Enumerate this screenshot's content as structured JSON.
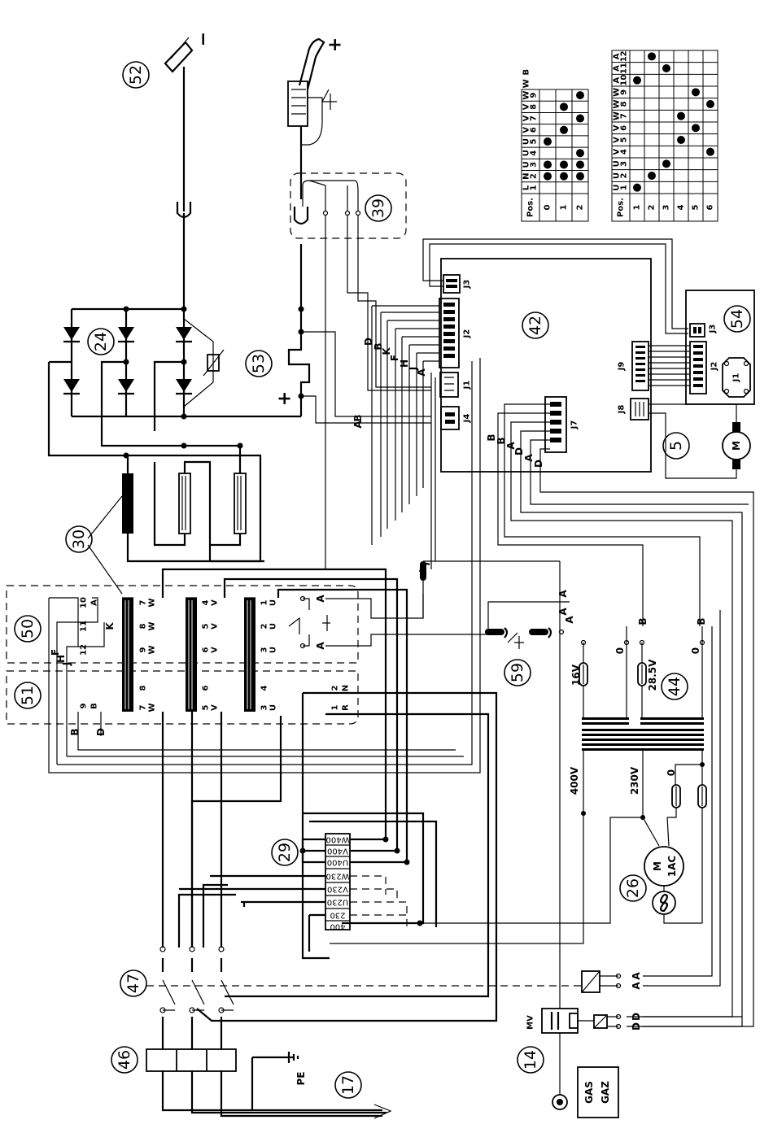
{
  "components": {
    "c52": "52",
    "c39": "39",
    "c24": "24",
    "c53": "53",
    "c42": "42",
    "c54": "54",
    "c5": "5",
    "c30": "30",
    "c50": "50",
    "c51": "51",
    "c59": "59",
    "c44": "44",
    "c29": "29",
    "c26": "26",
    "c47": "47",
    "c46": "46",
    "c14": "14",
    "c17": "17"
  },
  "terminals": {
    "clamp_polarity": "−",
    "torch_polarity": "+",
    "bridge_plus": "+",
    "pe": "PE",
    "gas_line1": "GAS",
    "gas_line2": "GAZ",
    "motor_m": "M",
    "fan_m": "M",
    "fan_1ac": "1AC",
    "valve_mv": "MV"
  },
  "connectors": {
    "j1": "J1",
    "j2": "J2",
    "j3": "J3",
    "j4": "J4",
    "j7": "J7",
    "j8": "J8",
    "j9": "J9",
    "j1b": "J1",
    "j2b": "J2",
    "j3b": "J3",
    "one": "1",
    "nine": "9"
  },
  "wire_letters": {
    "d1": "D",
    "b1": "B",
    "k1": "K",
    "f1": "F",
    "h1": "H",
    "j1": "J",
    "a1": "A",
    "b2": "B",
    "a2": "A",
    "b3": "B",
    "a3": "A",
    "d3": "D",
    "a4": "A",
    "d4": "D",
    "a_sw1": "A",
    "a_sw2": "A",
    "a59a": "A",
    "a59b": "A",
    "ax1": "A",
    "zero1": "0",
    "bx1": "B",
    "zero2": "0",
    "bx2": "B",
    "f_l": "F",
    "h_l": "H",
    "j_l": "J",
    "k_l": "K",
    "a10": "A",
    "b_l": "B",
    "d_l": "D",
    "a_r1": "A",
    "a_r2": "A",
    "d_r1": "D",
    "d_r2": "D",
    "zero_fan": "0"
  },
  "transformer_pins": {
    "t10": "10",
    "t11": "11",
    "t12": "12",
    "p7": "7",
    "p8": "8",
    "p9": "9",
    "w": "W",
    "p4": "4",
    "p5": "5",
    "p6": "6",
    "v": "V",
    "p1": "1",
    "p2": "2",
    "p3": "3",
    "u": "U",
    "l8": "8",
    "l7": "7",
    "lw": "W",
    "l6": "6",
    "l5": "5",
    "lv": "V",
    "l4": "4",
    "l3": "3",
    "lu": "U",
    "n2": "2",
    "n1": "1",
    "nn": "N",
    "nr": "R",
    "b9": "9",
    "bb": "B"
  },
  "voltages": {
    "v16": "16V",
    "v285": "28.5V",
    "v400": "400V",
    "v230": "230V"
  },
  "terminal_block_29": [
    "W400",
    "V400",
    "U400",
    "W230",
    "V230",
    "U230",
    "230",
    "400"
  ],
  "table51": {
    "row_pos": "Pos.",
    "header_letters": [
      "L",
      "N",
      "U",
      "U",
      "U",
      "V",
      "V",
      "V",
      "W",
      "W",
      "B"
    ],
    "header_nums": [
      "1",
      "2",
      "3",
      "4",
      "5",
      "6",
      "7",
      "8",
      "9"
    ],
    "rows": [
      "0",
      "1",
      "2"
    ],
    "dots": [
      [
        0,
        1
      ],
      [
        0,
        2
      ],
      [
        0,
        4
      ],
      [
        1,
        1
      ],
      [
        1,
        2
      ],
      [
        1,
        5
      ],
      [
        1,
        7
      ],
      [
        2,
        1
      ],
      [
        2,
        2
      ],
      [
        2,
        3
      ],
      [
        2,
        6
      ],
      [
        2,
        8
      ]
    ]
  },
  "table50": {
    "row_pos": "Pos.",
    "header_letters": [
      "U",
      "U",
      "U",
      "V",
      "V",
      "V",
      "W",
      "W",
      "W",
      "A",
      "A",
      "A"
    ],
    "header_nums": [
      "1",
      "2",
      "3",
      "4",
      "5",
      "6",
      "7",
      "8",
      "9",
      "10",
      "11",
      "12"
    ],
    "rows": [
      "1",
      "2",
      "3",
      "4",
      "5",
      "6"
    ],
    "dots": [
      [
        0,
        0
      ],
      [
        0,
        9
      ],
      [
        1,
        1
      ],
      [
        1,
        11
      ],
      [
        2,
        2
      ],
      [
        2,
        10
      ],
      [
        3,
        4
      ],
      [
        3,
        6
      ],
      [
        4,
        5
      ],
      [
        4,
        8
      ],
      [
        5,
        3
      ],
      [
        5,
        7
      ]
    ]
  }
}
